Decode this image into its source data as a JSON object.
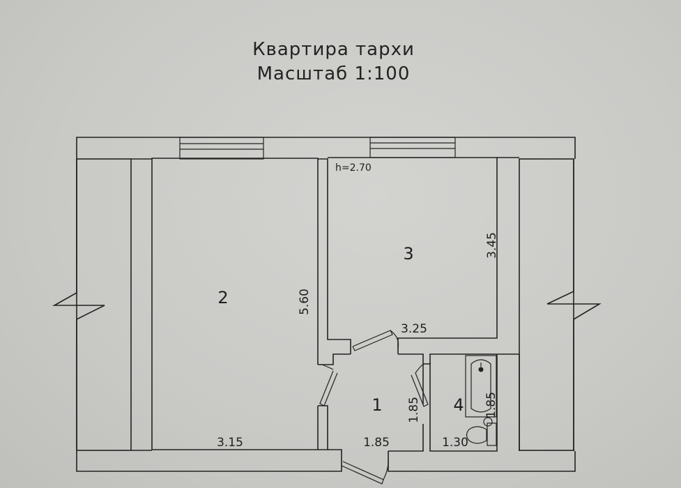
{
  "title": "Квартира тархи",
  "scale": "Масштаб 1:100",
  "ceiling_height": "h=2.70",
  "rooms": [
    {
      "number": "1"
    },
    {
      "number": "2"
    },
    {
      "number": "3"
    },
    {
      "number": "4"
    }
  ],
  "dimensions": {
    "room2_length": "5.60",
    "room2_width": "3.15",
    "room3_length": "3.45",
    "room3_width": "3.25",
    "hall_width": "1.85",
    "hall_length": "1.85",
    "bath_length": "1.85",
    "bath_width": "1.30"
  }
}
